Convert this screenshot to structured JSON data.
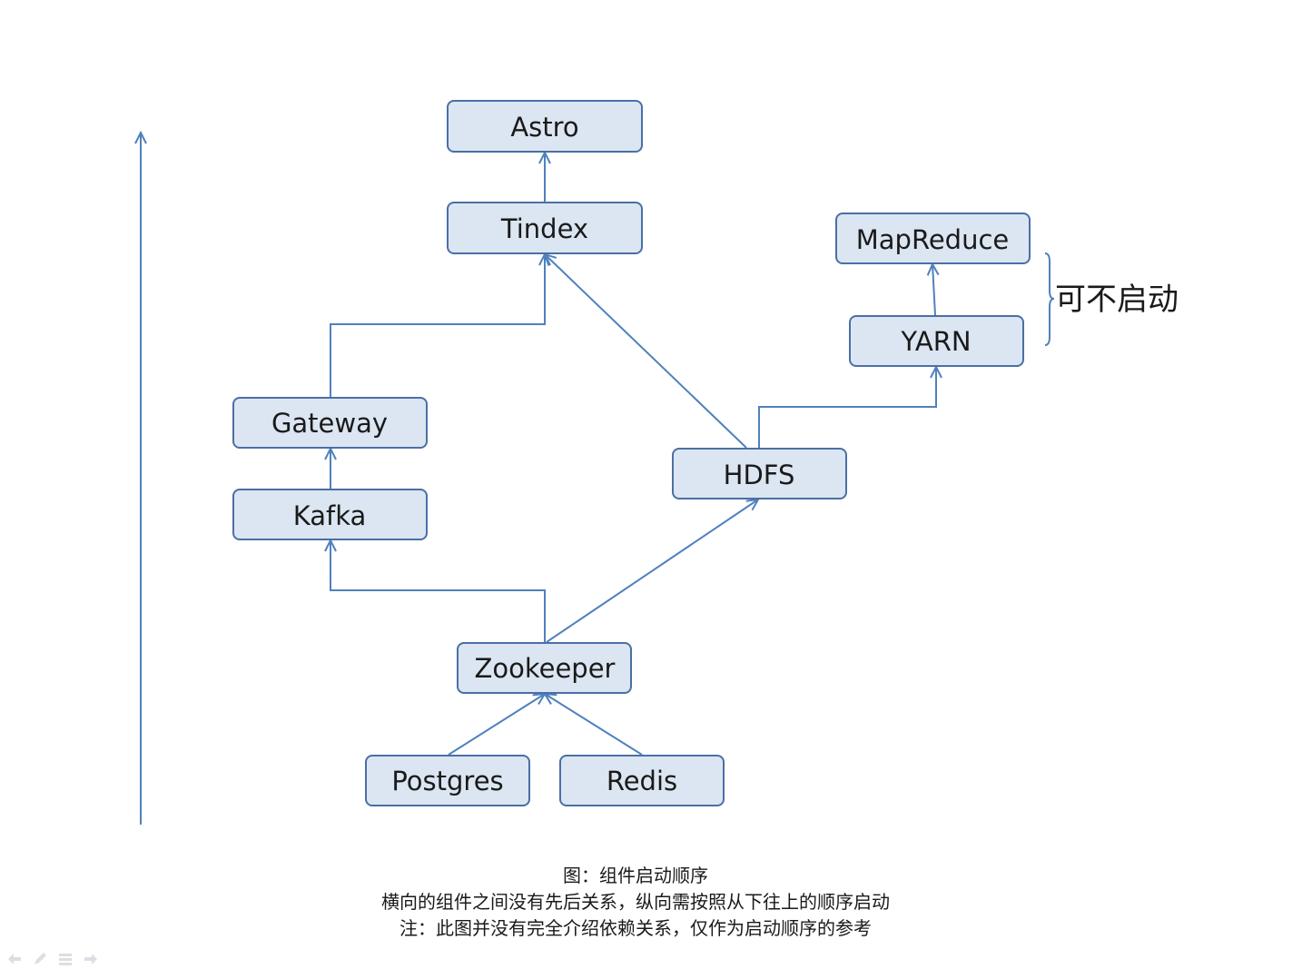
{
  "nodes": {
    "astro": "Astro",
    "tindex": "Tindex",
    "mapreduce": "MapReduce",
    "yarn": "YARN",
    "gateway": "Gateway",
    "kafka": "Kafka",
    "hdfs": "HDFS",
    "zookeeper": "Zookeeper",
    "postgres": "Postgres",
    "redis": "Redis"
  },
  "side_note": "可不启动",
  "caption": {
    "title": "图：组件启动顺序",
    "line1": "横向的组件之间没有先后关系，纵向需按照从下往上的顺序启动",
    "line2": "注：此图并没有完全介绍依赖关系，仅作为启动顺序的参考"
  },
  "colors": {
    "node_fill": "#dce6f2",
    "node_border": "#4a6fa5",
    "edge": "#4f81bd"
  },
  "icons": {
    "prev": "arrow-left-icon",
    "pen": "pen-icon",
    "menu": "menu-icon",
    "next": "arrow-right-icon"
  }
}
